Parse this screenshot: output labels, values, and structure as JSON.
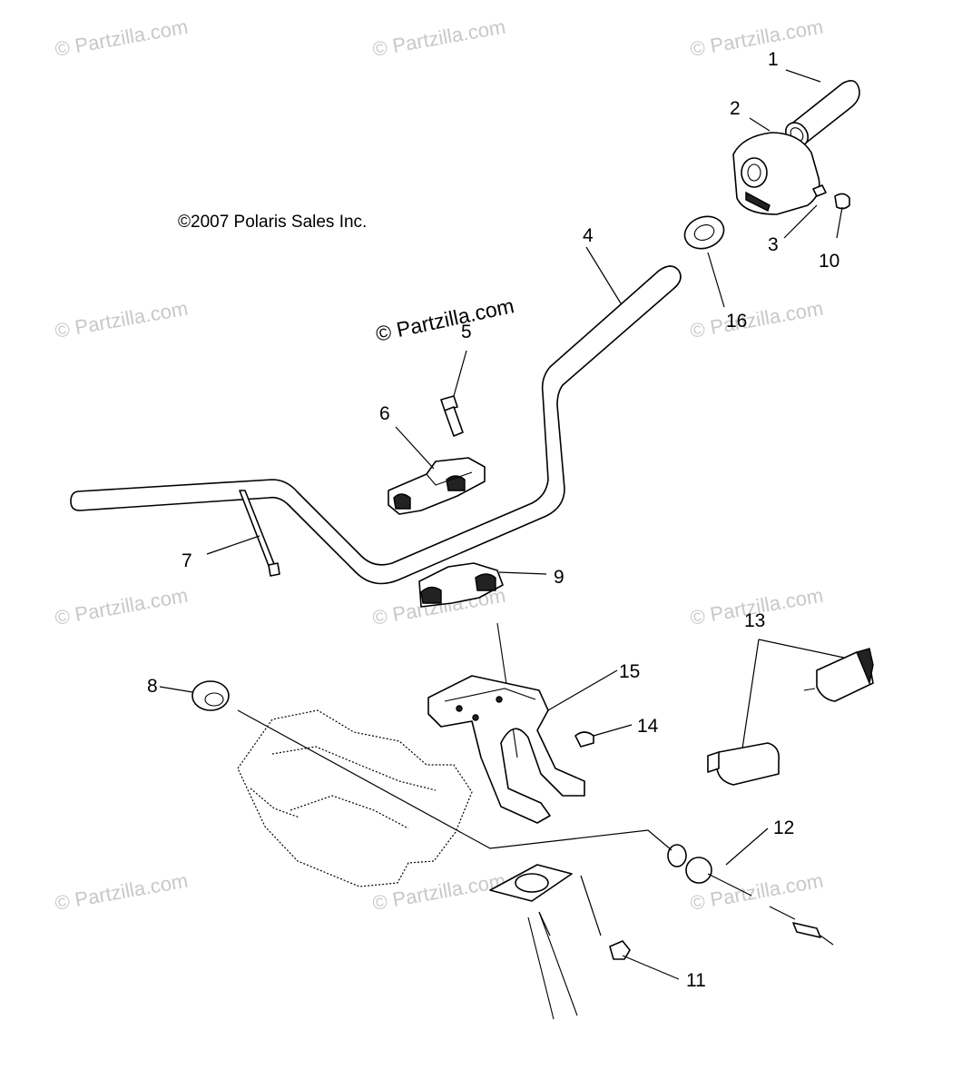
{
  "copyright": "©2007 Polaris Sales Inc.",
  "watermark_center": "© Partzilla.com",
  "watermark": "© Partzilla.com",
  "callouts": {
    "c1": "1",
    "c2": "2",
    "c3": "3",
    "c4": "4",
    "c5": "5",
    "c6": "6",
    "c7": "7",
    "c8": "8",
    "c9": "9",
    "c10": "10",
    "c11": "11",
    "c12": "12",
    "c13": "13",
    "c14": "14",
    "c15": "15",
    "c16": "16"
  },
  "colors": {
    "line": "#000000",
    "watermark": "#c8c8c8",
    "background": "#ffffff"
  }
}
